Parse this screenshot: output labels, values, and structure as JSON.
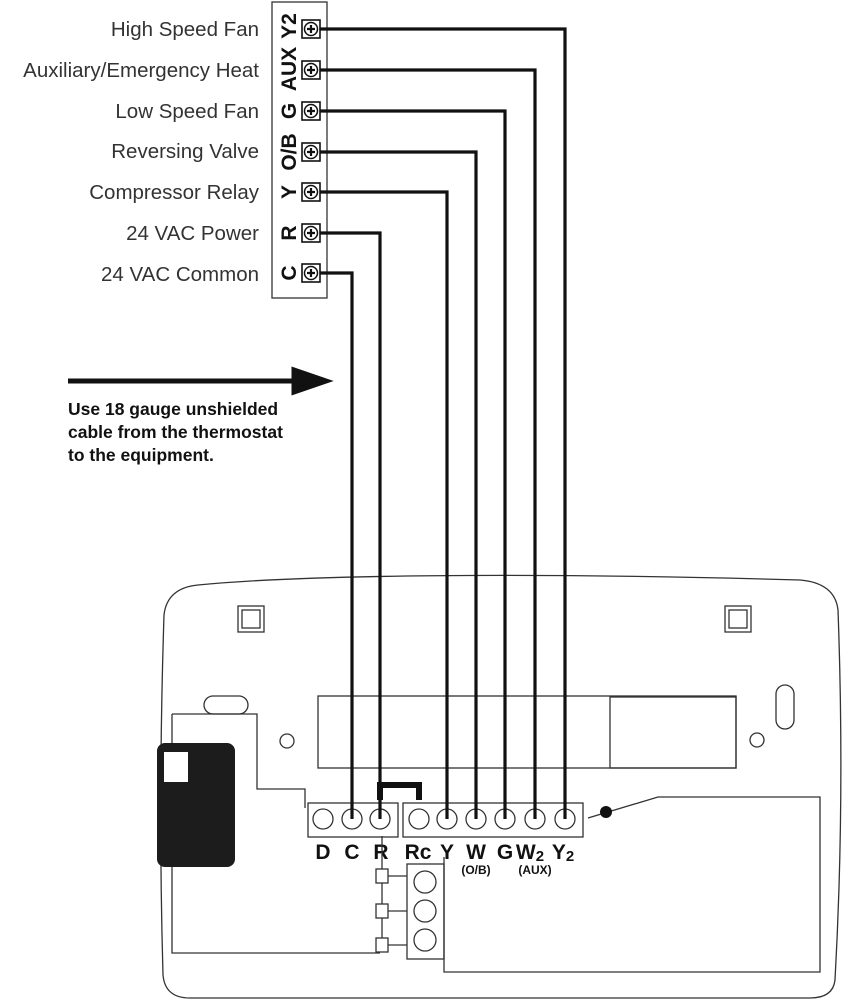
{
  "equipment_terminals": [
    {
      "code": "Y2",
      "function": "High Speed Fan"
    },
    {
      "code": "AUX",
      "function": "Auxiliary/Emergency Heat"
    },
    {
      "code": "G",
      "function": "Low Speed Fan"
    },
    {
      "code": "O/B",
      "function": "Reversing Valve"
    },
    {
      "code": "Y",
      "function": "Compressor Relay"
    },
    {
      "code": "R",
      "function": "24 VAC Power"
    },
    {
      "code": "C",
      "function": "24 VAC Common"
    }
  ],
  "note": {
    "lines": [
      "Use 18 gauge unshielded",
      "cable from the thermostat",
      "to the equipment."
    ]
  },
  "thermostat_terminals": {
    "left": [
      "D",
      "C",
      "R"
    ],
    "right": [
      {
        "main": "Rc"
      },
      {
        "main": "Y"
      },
      {
        "main": "W",
        "sub": "(O/B)"
      },
      {
        "main": "G"
      },
      {
        "main": "W",
        "subscript": "2",
        "sub": "(AUX)"
      },
      {
        "main": "Y",
        "subscript": "2"
      }
    ]
  },
  "colors": {
    "wire": "#111111",
    "outline": "#333333",
    "battery": "#1c1c1c"
  }
}
